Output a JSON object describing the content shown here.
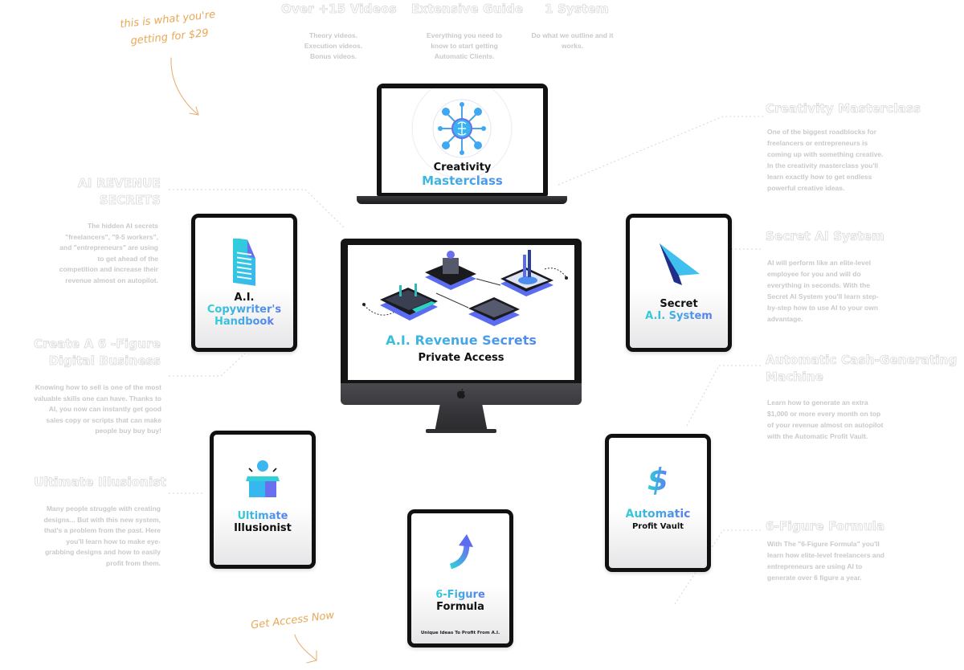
{
  "annotations": {
    "top_note": "this is what you're\ngetting for $29",
    "bottom_note": "Get Access Now"
  },
  "features": [
    {
      "title": "Over +15 Videos",
      "desc": "Theory videos.\nExecution videos.\nBonus videos."
    },
    {
      "title": "Extensive Guide",
      "desc": "Everything you need to\nknow to start getting\nAutomatic Clients."
    },
    {
      "title": "1 System",
      "desc": "Do what we outline and it\nworks."
    }
  ],
  "left_sections": [
    {
      "title": "AI REVENUE\nSECRETS",
      "desc": "The hidden AI secrets\n\"freelancers\", \"9-5 workers\",\nand \"entrepreneurs\" are using\nto get ahead of the\ncompetition and increase their\nrevenue almost on autopilot."
    },
    {
      "title": "Create A 6 -Figure\nDigital Business",
      "desc": "Knowing how to sell is one of the most\nvaluable skills one can have. Thanks to\nAI, you now can instantly get good\nsales copy or scripts that can make\npeople buy buy buy!"
    },
    {
      "title": "Ultimate Illusionist",
      "desc": "Many people struggle with creating\ndesigns... But with this new system,\nthat's a problem from the past. Here\nyou'll learn how to make eye-\ngrabbing designs and how to easily\nprofit from them."
    }
  ],
  "right_sections": [
    {
      "title": "Creativity Masterclass",
      "desc": "One of the biggest roadblocks for\nfreelancers or entrepreneurs is\ncoming up with something creative.\nIn the creativity masterclass you'll\nlearn exactly how to get endless\npowerful creative ideas."
    },
    {
      "title": "Secret AI System",
      "desc": "AI will perform like an elite-level\nemployee for you and will do\neverything in seconds. With the\nSecret AI System you'll learn step-\nby-step how to use AI to your own\nadvantage."
    },
    {
      "title": "Automatic Cash-Generating\nMachine",
      "desc": "Learn how to generate an extra\n$1,000 or more every month on top\nof your revenue almost on autopilot\nwith the Automatic Profit Vault."
    },
    {
      "title": "6-Figure Formula",
      "desc": "With The \"6-Figure Formula\" you'll\nlearn how elite-level freelancers and\nentrepreneurs are using AI to\ngenerate over 6 figure a year."
    }
  ],
  "devices": {
    "laptop": {
      "line1": "Creativity",
      "line2": "Masterclass",
      "icon": "brain-network-icon"
    },
    "imac": {
      "line1": "A.I. Revenue Secrets",
      "line2": "Private Access",
      "icon": "isometric-platforms-illustration"
    },
    "copywriter": {
      "line1": "A.I.",
      "line2": "Copywriter's",
      "line3": "Handbook",
      "icon": "document-icon"
    },
    "secret_system": {
      "line1": "Secret",
      "line2": "A.I. System",
      "icon": "paper-plane-icon"
    },
    "illusionist": {
      "line1": "Ultimate",
      "line2": "Illusionist",
      "icon": "gift-box-icon"
    },
    "profit_vault": {
      "line1": "Automatic",
      "line2": "Profit Vault",
      "icon": "dollar-sign-icon"
    },
    "formula": {
      "line1": "6-Figure",
      "line2": "Formula",
      "tagline": "Unique Ideas To Profit From A.I.",
      "icon": "arrow-up-curve-icon"
    }
  },
  "colors": {
    "accent_cyan": "#2cb8e6",
    "accent_violet": "#6a6ff0",
    "handwriting_orange": "#e8a857",
    "desc_grey": "#c9c9c9"
  }
}
